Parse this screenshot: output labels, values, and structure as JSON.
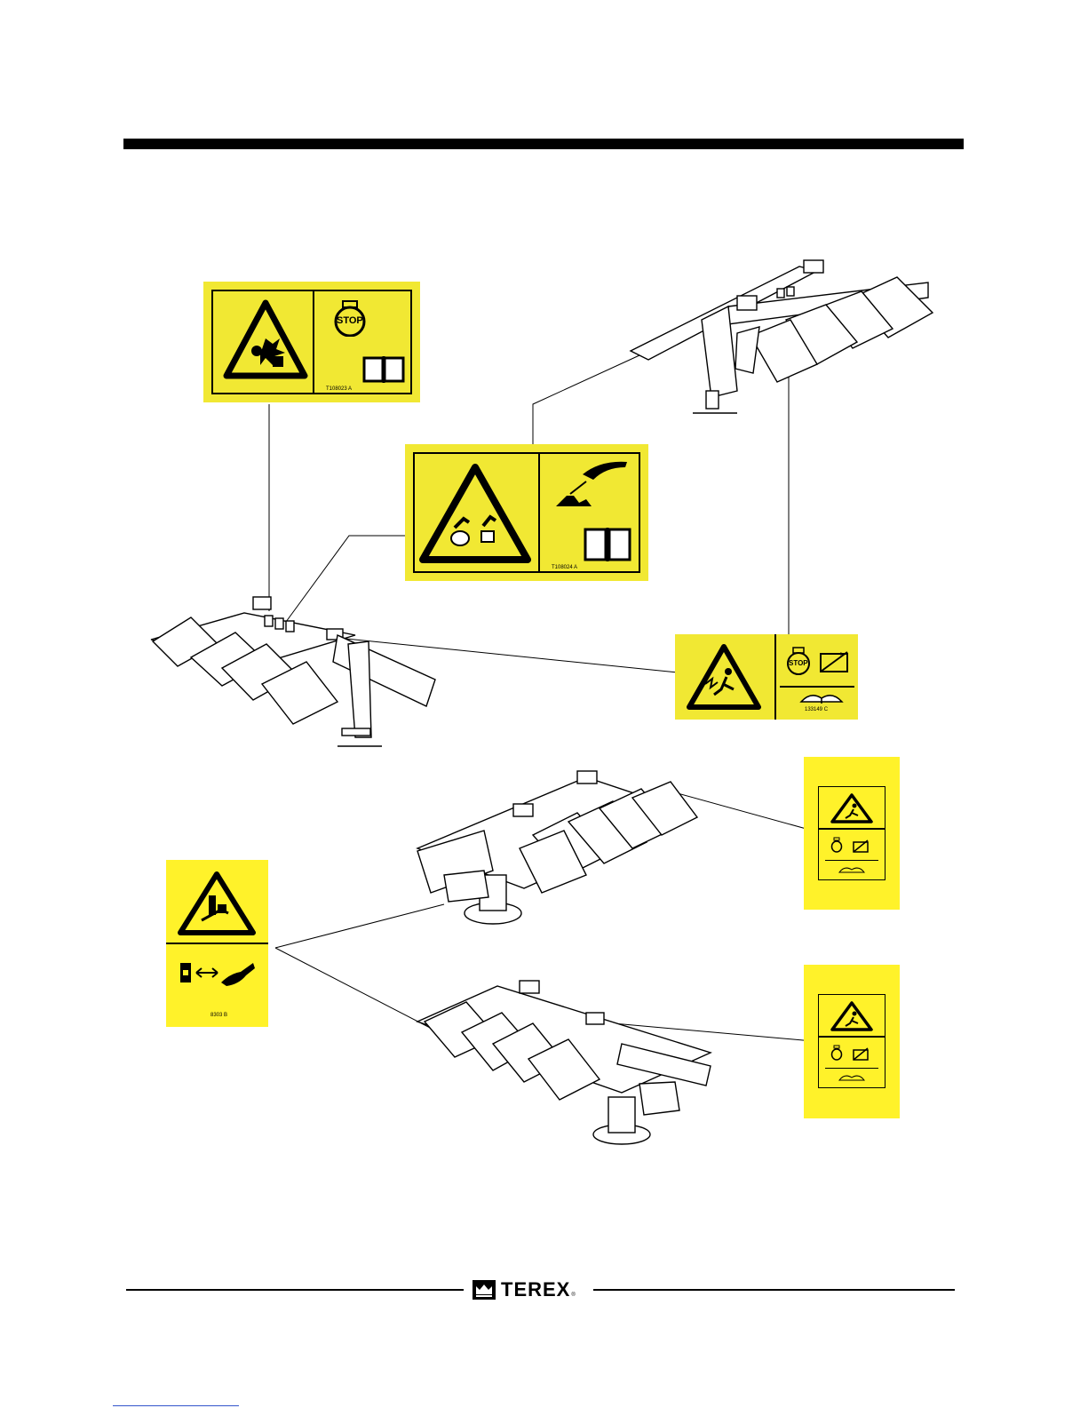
{
  "colors": {
    "decal_yellow": "#f1e833",
    "decal_yellow_bright": "#fff22a",
    "ink": "#000000",
    "link_blue": "#3355cc"
  },
  "decals": {
    "explosion": {
      "code": "T108023 A",
      "icons": [
        "explosion-hazard-icon",
        "stop-engine-icon",
        "manual-icon"
      ],
      "stop_text": "STOP"
    },
    "hot_surface": {
      "code": "T108024 A",
      "icons": [
        "hot-components-icon",
        "hand-hot-surface-icon",
        "manual-icon"
      ]
    },
    "electrocution_large": {
      "code": "133149 C",
      "icons": [
        "electrocution-hazard-icon",
        "stop-engine-icon",
        "battery-disconnect-icon",
        "manual-icon"
      ],
      "stop_text": "STOP"
    },
    "crush": {
      "code": "8303 B",
      "icons": [
        "crush-hazard-icon",
        "keep-distance-icon"
      ]
    },
    "electrocution_small_1": {
      "icons": [
        "electrocution-hazard-icon",
        "stop-engine-icon",
        "battery-disconnect-icon",
        "manual-icon"
      ]
    },
    "electrocution_small_2": {
      "icons": [
        "electrocution-hazard-icon",
        "stop-engine-icon",
        "battery-disconnect-icon",
        "manual-icon"
      ]
    }
  },
  "illustrations": [
    "light-tower-rear-view",
    "light-tower-front-view",
    "light-tower-head-top-view",
    "light-tower-head-angle-view"
  ],
  "footer": {
    "brand": "TEREX",
    "reg_mark": "®"
  }
}
